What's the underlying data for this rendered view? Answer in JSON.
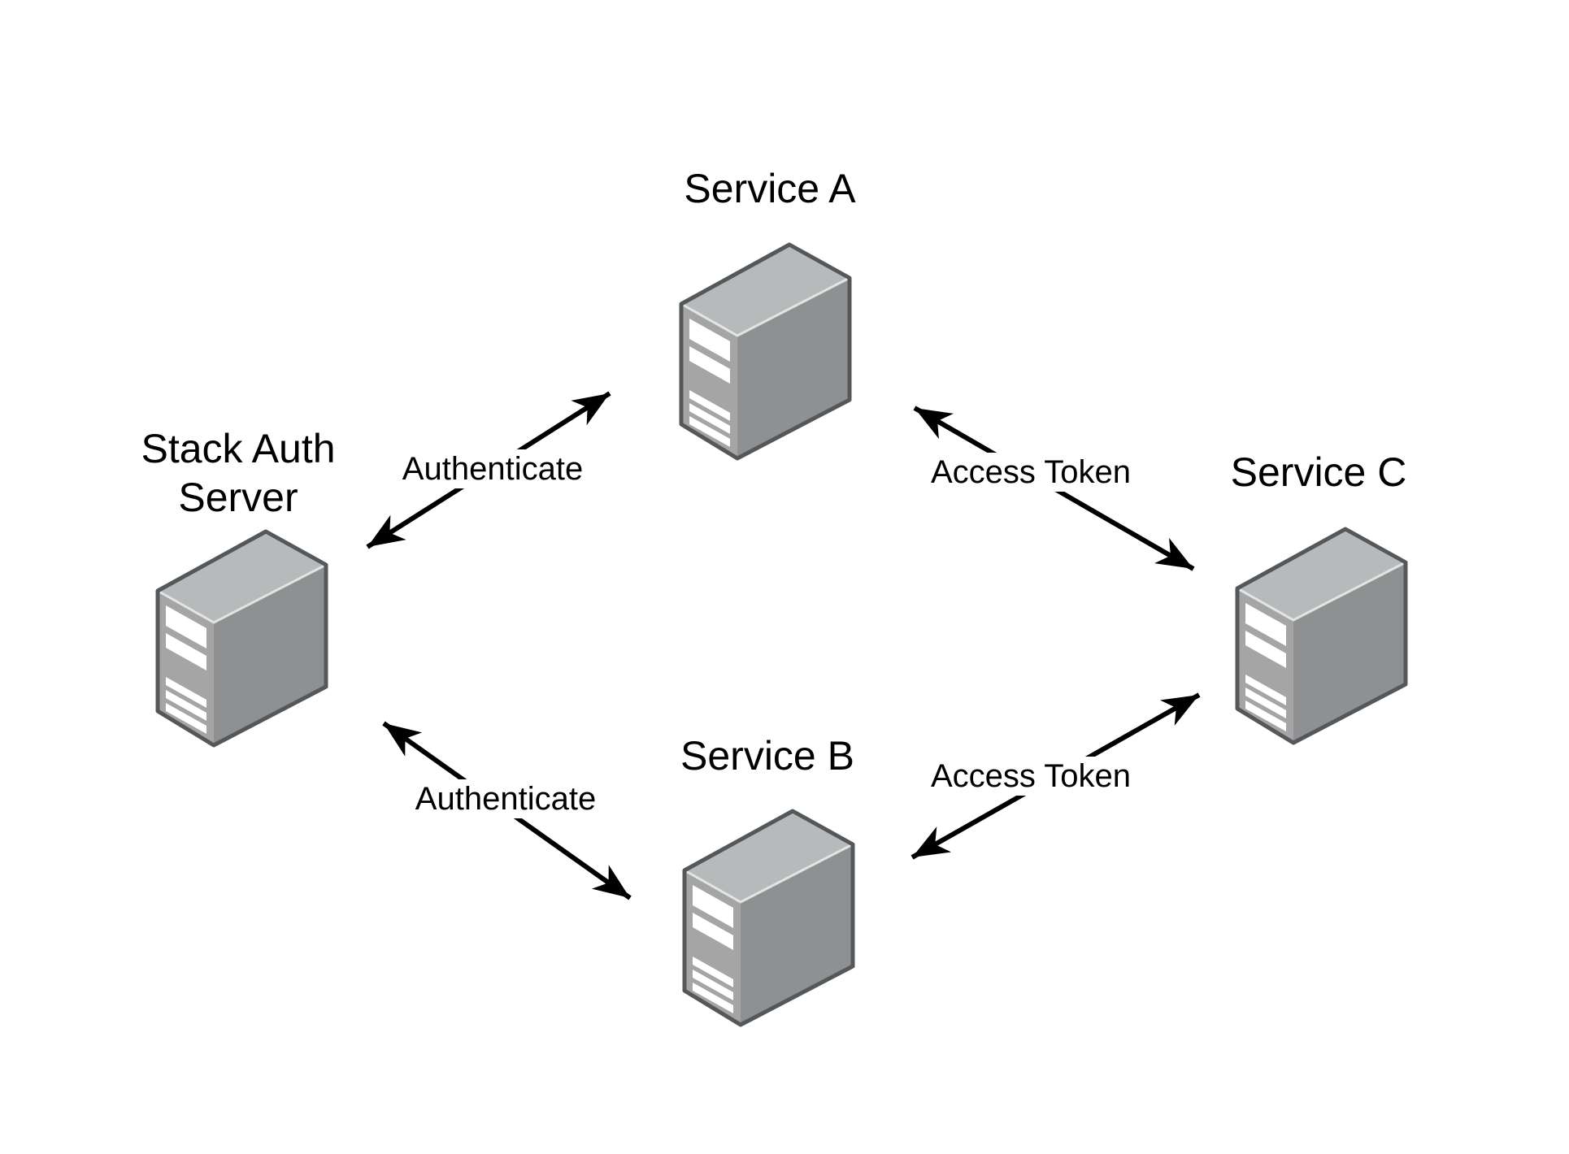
{
  "diagram": {
    "type": "architecture-diagram",
    "background_color": "#ffffff",
    "colors": {
      "line": "#000000",
      "text": "#000000"
    },
    "icon_colors": {
      "top": "#b7baba",
      "front": "#a5a5a5",
      "side": "#8f9091",
      "outline": "#55585a",
      "stripe": "#ffffff",
      "highlight": "#e9ebeb"
    },
    "nodes": [
      {
        "id": "stack-auth-server",
        "label": "Stack Auth Server",
        "label_lines": [
          "Stack Auth",
          "Server"
        ],
        "icon": "server-icon"
      },
      {
        "id": "service-a",
        "label": "Service A",
        "icon": "server-icon"
      },
      {
        "id": "service-b",
        "label": "Service B",
        "icon": "server-icon"
      },
      {
        "id": "service-c",
        "label": "Service C",
        "icon": "server-icon"
      }
    ],
    "edges": [
      {
        "from": "stack-auth-server",
        "to": "service-a",
        "label": "Authenticate",
        "direction": "bidirectional"
      },
      {
        "from": "stack-auth-server",
        "to": "service-b",
        "label": "Authenticate",
        "direction": "bidirectional"
      },
      {
        "from": "service-a",
        "to": "service-c",
        "label": "Access Token",
        "direction": "bidirectional"
      },
      {
        "from": "service-b",
        "to": "service-c",
        "label": "Access Token",
        "direction": "bidirectional"
      }
    ]
  }
}
